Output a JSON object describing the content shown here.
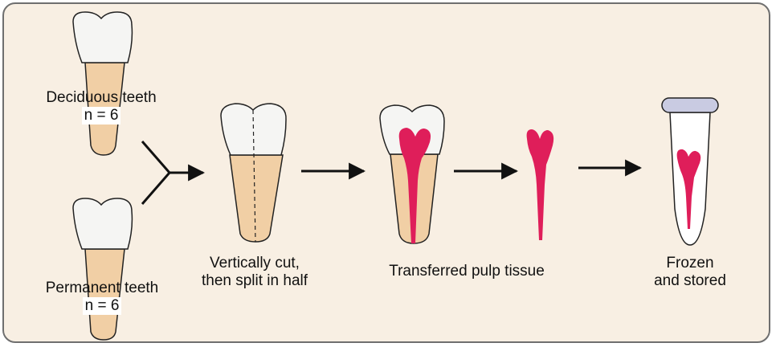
{
  "colors": {
    "background": "#f8efe3",
    "enamel": "#f5f5f3",
    "root": "#f1cfa5",
    "pulp": "#df1e5a",
    "outline": "#222222",
    "tube_cap": "#c9cbe2"
  },
  "labels": {
    "deciduous": {
      "line1": "Deciduous teeth",
      "line2": "n = 6"
    },
    "permanent": {
      "line1": "Permanent teeth",
      "line2": "n = 6"
    },
    "cut": {
      "line1": "Vertically cut,",
      "line2": "then split in half"
    },
    "transfer": {
      "line1": "Transferred pulp tissue"
    },
    "frozen": {
      "line1": "Frozen",
      "line2": "and stored"
    }
  },
  "icons": [
    "tooth-icon",
    "split-tooth-icon",
    "pulp-tooth-icon",
    "pulp-tissue-icon",
    "tube-icon",
    "arrow-icon"
  ]
}
